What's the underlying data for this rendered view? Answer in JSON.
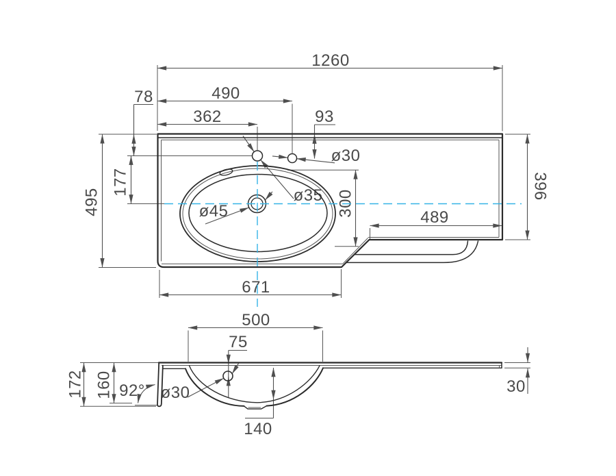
{
  "drawing": {
    "background": "#ffffff",
    "line_color": "#2b2b2b",
    "dim_color": "#4f4f4f",
    "centerline_color": "#35b4e6",
    "top_view": {
      "total_width": "1260",
      "left_width": "671",
      "right_width": "489",
      "total_depth": "495",
      "right_depth": "396",
      "hole_offset_top": "78",
      "hole2_from_left": "490",
      "hole1_from_left": "362",
      "hole2_offset_top": "93",
      "hole2_diameter": "ø30",
      "basin_center_from_holes": "177",
      "hole1_diameter": "ø35",
      "drain_diameter": "ø45",
      "basin_cutout_depth": "300"
    },
    "section_view": {
      "basin_width": "500",
      "overflow_from_top": "75",
      "total_height": "172",
      "front_height": "160",
      "front_angle": "92°",
      "overflow_diameter": "ø30",
      "bowl_depth": "140",
      "top_thickness": "30"
    }
  }
}
